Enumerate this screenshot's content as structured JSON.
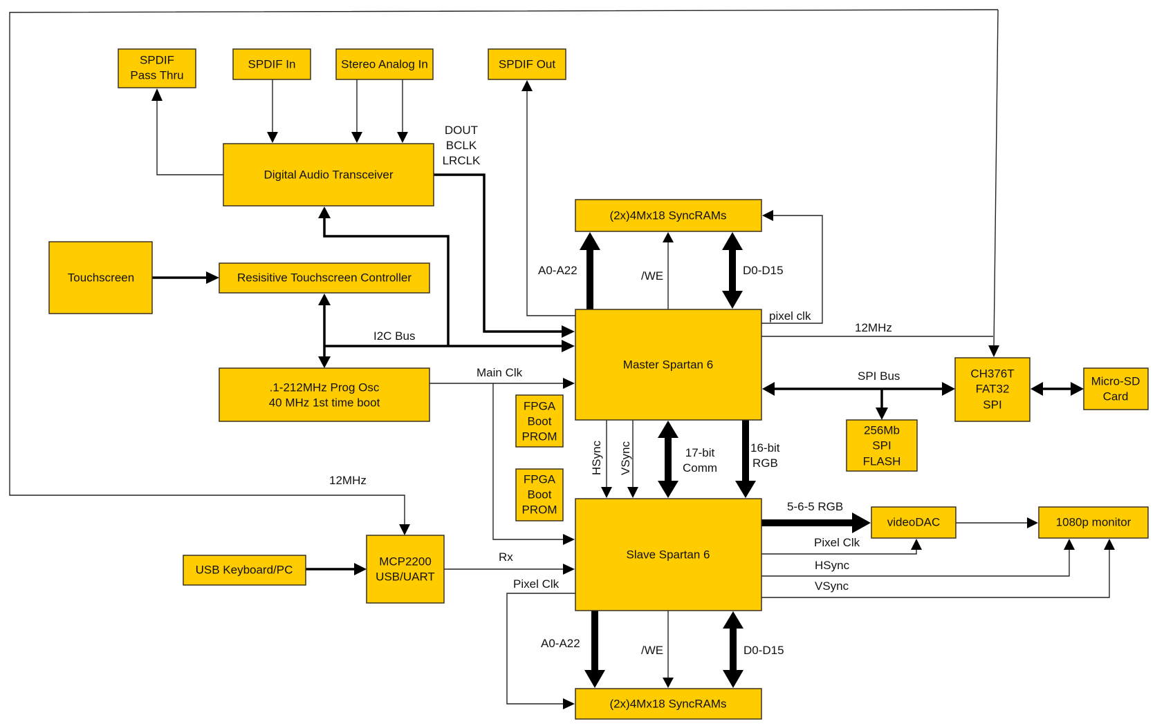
{
  "diagram": {
    "title": "",
    "blocks": {
      "spdif_pass_thru": [
        "SPDIF",
        "Pass Thru"
      ],
      "spdif_in": [
        "SPDIF In"
      ],
      "stereo_analog_in": [
        "Stereo Analog In"
      ],
      "spdif_out": [
        "SPDIF Out"
      ],
      "digital_audio_transceiver": [
        "Digital Audio Transceiver"
      ],
      "syncrams_top": [
        "(2x)4Mx18 SyncRAMs"
      ],
      "touchscreen": [
        "Touchscreen"
      ],
      "touch_controller": [
        "Resisitive Touchscreen Controller"
      ],
      "prog_osc": [
        ".1-212MHz Prog Osc",
        "40 MHz 1st time boot"
      ],
      "master_spartan": [
        "Master Spartan 6"
      ],
      "fpga_boot_prom_1": [
        "FPGA",
        "Boot",
        "PROM"
      ],
      "fpga_boot_prom_2": [
        "FPGA",
        "Boot",
        "PROM"
      ],
      "ch376t": [
        "CH376T",
        "FAT32",
        "SPI"
      ],
      "micro_sd": [
        "Micro-SD",
        "Card"
      ],
      "spi_flash": [
        "256Mb",
        "SPI",
        "FLASH"
      ],
      "slave_spartan": [
        "Slave Spartan 6"
      ],
      "video_dac": [
        "videoDAC"
      ],
      "monitor": [
        "1080p monitor"
      ],
      "usb_keyboard": [
        "USB Keyboard/PC"
      ],
      "mcp2200": [
        "MCP2200",
        "USB/UART"
      ],
      "syncrams_bottom": [
        "(2x)4Mx18 SyncRAMs"
      ]
    },
    "signals": {
      "audio_bus": [
        "DOUT",
        "BCLK",
        "LRCLK"
      ],
      "i2c_bus": "I2C Bus",
      "main_clk": "Main Clk",
      "a_top": "A0-A22",
      "we_top": "/WE",
      "d_top": "D0-D15",
      "pixel_clk_top": "pixel clk",
      "mhz12_top": "12MHz",
      "spi_bus": "SPI Bus",
      "hsync_mid": "HSync",
      "vsync_mid": "VSync",
      "comm": [
        "17-bit",
        "Comm"
      ],
      "rgb16": [
        "16-bit",
        "RGB"
      ],
      "rgb565": "5-6-5 RGB",
      "pixel_clk_dac": "Pixel Clk",
      "hsync_out": "HSync",
      "vsync_out": "VSync",
      "mhz12_left": "12MHz",
      "rx": "Rx",
      "pixel_clk_slave": "Pixel Clk",
      "a_bottom": "A0-A22",
      "we_bottom": "/WE",
      "d_bottom": "D0-D15"
    },
    "colors": {
      "block_fill": "#FFCC00",
      "line": "#000000"
    }
  }
}
